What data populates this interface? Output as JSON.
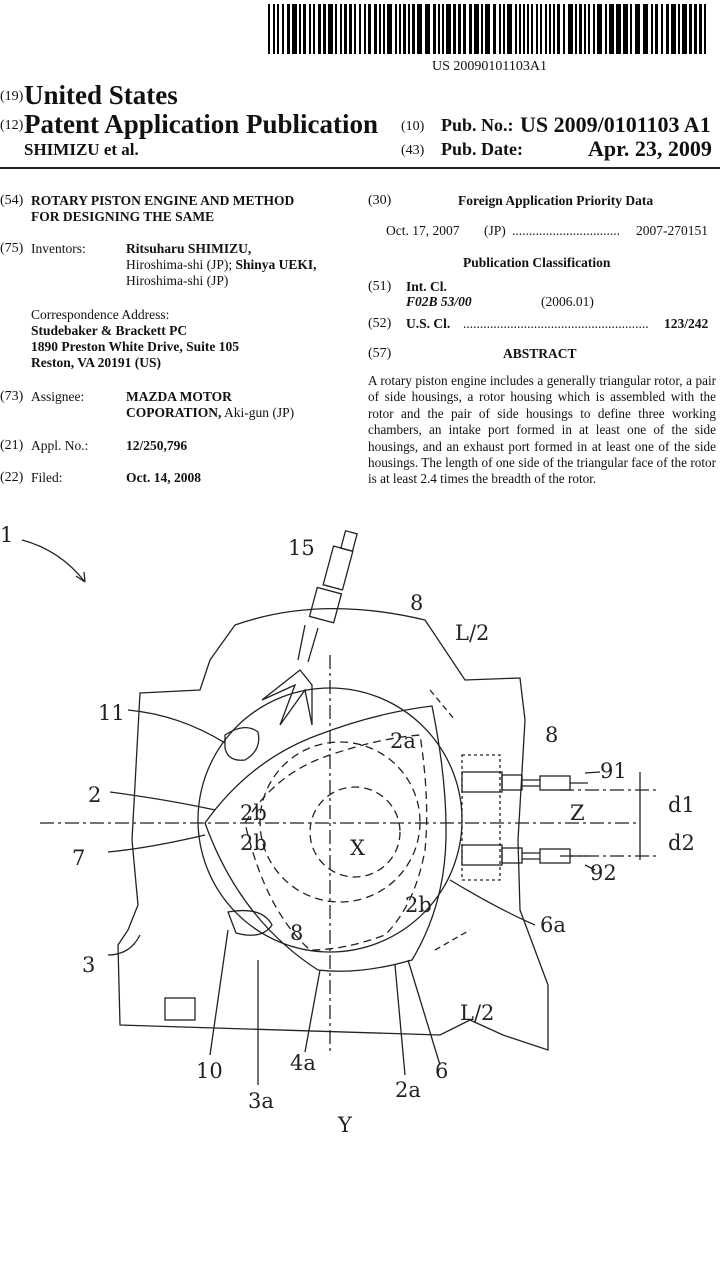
{
  "header": {
    "barcode_number": "US 20090101103A1",
    "code19": "(19)",
    "country": "United States",
    "code12": "(12)",
    "pub_type": "Patent Application Publication",
    "inventors_short": "SHIMIZU et al.",
    "code10": "(10)",
    "pub_no_label": "Pub. No.:",
    "pub_no": "US 2009/0101103 A1",
    "code43": "(43)",
    "pub_date_label": "Pub. Date:",
    "pub_date": "Apr. 23, 2009"
  },
  "left_col": {
    "code54": "(54)",
    "title_line1": "ROTARY PISTON ENGINE AND METHOD",
    "title_line2": "FOR DESIGNING THE SAME",
    "code75": "(75)",
    "inventors_label": "Inventors:",
    "inventor1_name": "Ritsuharu SHIMIZU,",
    "inventor1_loc": "Hiroshima-shi (JP);",
    "inventor2_name": "Shinya UEKI,",
    "inventor2_loc": "Hiroshima-shi (JP)",
    "corr_label": "Correspondence Address:",
    "corr_line1": "Studebaker & Brackett PC",
    "corr_line2": "1890 Preston White Drive, Suite 105",
    "corr_line3": "Reston, VA 20191 (US)",
    "code73": "(73)",
    "assignee_label": "Assignee:",
    "assignee_line1": "MAZDA MOTOR",
    "assignee_line2": "COPORATION,",
    "assignee_loc": "Aki-gun (JP)",
    "code21": "(21)",
    "appl_label": "Appl. No.:",
    "appl_no": "12/250,796",
    "code22": "(22)",
    "filed_label": "Filed:",
    "filed_date": "Oct. 14, 2008"
  },
  "right_col": {
    "code30": "(30)",
    "foreign_heading": "Foreign Application Priority Data",
    "priority_date": "Oct. 17, 2007",
    "priority_country": "(JP)",
    "priority_dots": "................................",
    "priority_no": "2007-270151",
    "pub_class_heading": "Publication Classification",
    "code51": "(51)",
    "int_cl_label": "Int. Cl.",
    "int_cl_code": "F02B 53/00",
    "int_cl_year": "(2006.01)",
    "code52": "(52)",
    "us_cl_label": "U.S. Cl.",
    "us_cl_dots": ".......................................................",
    "us_cl_value": "123/242",
    "code57": "(57)",
    "abstract_heading": "ABSTRACT",
    "abstract_text": "A rotary piston engine includes a generally triangular rotor, a pair of side housings, a rotor housing which is assembled with the rotor and the pair of side housings to define three working chambers, an intake port formed in at least one of the side housings, and an exhaust port formed in at least one of the side housings. The length of one side of the triangular face of the rotor is at least 2.4 times the breadth of the rotor."
  },
  "figure": {
    "labels": {
      "l1": "1",
      "l15": "15",
      "l8a": "8",
      "lL2a": "L/2",
      "l11": "11",
      "l2a_top": "2a",
      "l8b": "8",
      "l91": "91",
      "l2": "2",
      "l2b_1": "2b",
      "ld1": "d1",
      "lZ": "Z",
      "l2b_2": "2b",
      "lX": "X",
      "l7": "7",
      "ld2": "d2",
      "l92": "92",
      "l2b_3": "2b",
      "l6a": "6a",
      "l8c": "8",
      "l3": "3",
      "lL2b": "L/2",
      "l10": "10",
      "l4a": "4a",
      "l6": "6",
      "l3a": "3a",
      "l2a_bot": "2a",
      "lY": "Y"
    }
  }
}
